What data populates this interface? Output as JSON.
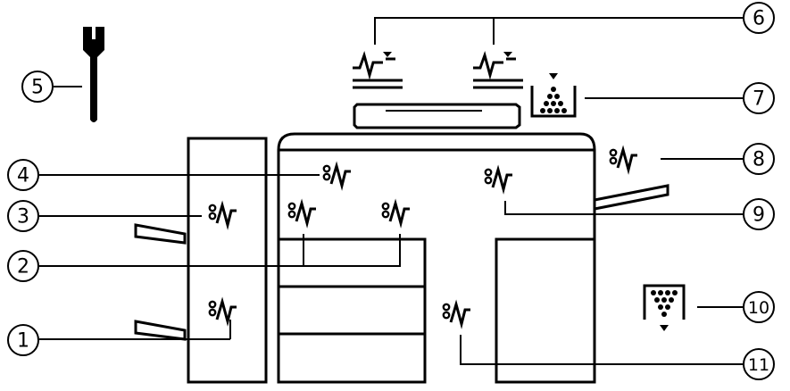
{
  "callouts": [
    {
      "number": "1",
      "meaning": "jam-indicator"
    },
    {
      "number": "2",
      "meaning": "jam-indicator"
    },
    {
      "number": "3",
      "meaning": "jam-indicator"
    },
    {
      "number": "4",
      "meaning": "jam-indicator"
    },
    {
      "number": "5",
      "meaning": "service-wrench"
    },
    {
      "number": "6",
      "meaning": "original-misfeed"
    },
    {
      "number": "7",
      "meaning": "toner-empty"
    },
    {
      "number": "8",
      "meaning": "jam-indicator"
    },
    {
      "number": "9",
      "meaning": "jam-indicator"
    },
    {
      "number": "10",
      "meaning": "toner-waste-full"
    },
    {
      "number": "11",
      "meaning": "jam-indicator"
    }
  ],
  "icons": {
    "wrench": "wrench-icon",
    "jam": "paper-jam-icon",
    "original_jam": "original-jam-icon",
    "toner_add": "toner-add-icon",
    "toner_waste": "toner-waste-icon"
  },
  "colors": {
    "line": "#000000",
    "background": "#ffffff"
  }
}
